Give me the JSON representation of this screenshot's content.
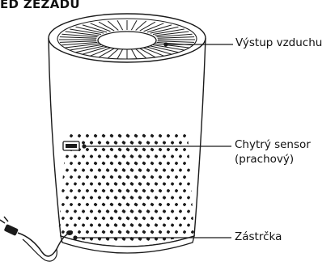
{
  "diagram": {
    "title": "ED ZEZADU",
    "labels": {
      "outlet": "Výstup vzduchu",
      "sensor_line1": "Chytrý sensor",
      "sensor_line2": "(prachový)",
      "plug": "Zástrčka"
    }
  },
  "colors": {
    "line": "#1a1a1a",
    "background": "#ffffff"
  }
}
